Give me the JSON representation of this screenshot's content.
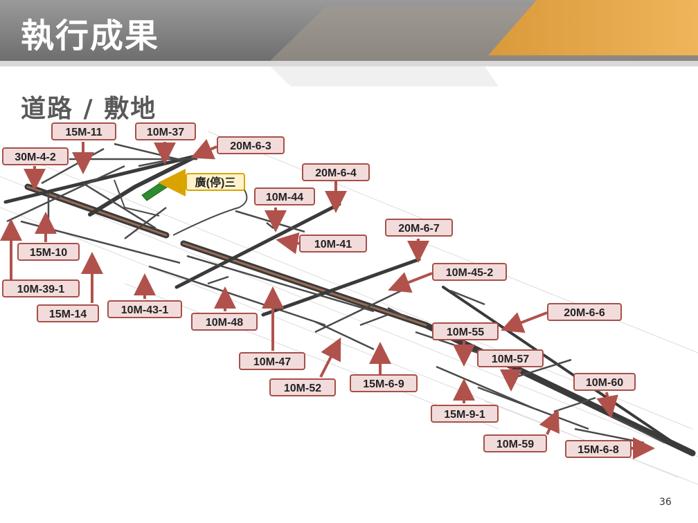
{
  "header": {
    "title": "執行成果",
    "subtitle": "道路 / 敷地"
  },
  "road_labels": [
    "15M-11",
    "10M-37",
    "20M-6-3",
    "30M-4-2",
    "20M-6-4",
    "10M-44",
    "20M-6-7",
    "10M-41",
    "15M-10",
    "10M-45-2",
    "10M-39-1",
    "15M-14",
    "10M-43-1",
    "10M-48",
    "20M-6-6",
    "10M-55",
    "10M-47",
    "10M-57",
    "10M-52",
    "15M-6-9",
    "10M-60",
    "15M-9-1",
    "10M-59",
    "15M-6-8"
  ],
  "plaza_label": "廣(停)三",
  "page_number": "36",
  "colors": {
    "label_fill": "#f2dcdb",
    "label_border": "#a5504a",
    "arrow": "#b0524b",
    "plaza_fill": "#fff2cc",
    "plaza_arrow": "#d9a400",
    "header_gray": "#7f7f7f",
    "header_orange": "#e8a33d"
  }
}
